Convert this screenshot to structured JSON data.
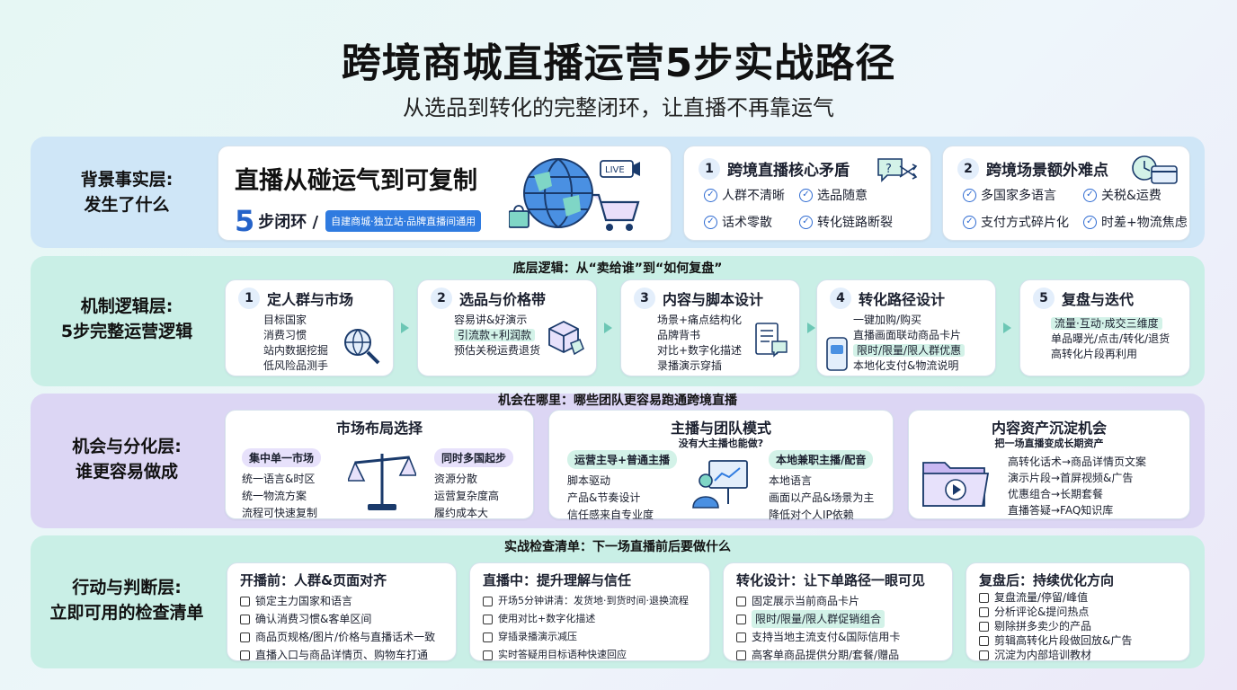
{
  "title": "跨境商城直播运营5步实战路径",
  "subtitle": "从选品到转化的完整闭环，让直播不再靠运气",
  "layers": [
    {
      "line1": "背景事实层:",
      "line2": "发生了什么"
    },
    {
      "line1": "机制逻辑层:",
      "line2": "5步完整运营逻辑"
    },
    {
      "line1": "机会与分化层:",
      "line2": "谁更容易做成"
    },
    {
      "line1": "行动与判断层:",
      "line2": "立即可用的检查清单"
    }
  ],
  "hero": {
    "title": "直播从碰运气到可复制",
    "num": "5",
    "sub": "步闭环 /",
    "tag": "自建商城·独立站·品牌直播间通用",
    "live": "LIVE"
  },
  "contradiction": {
    "num": "1",
    "title": "跨境直播核心矛盾",
    "items": [
      "人群不清晰",
      "选品随意",
      "话术零散",
      "转化链路断裂"
    ]
  },
  "difficulty": {
    "num": "2",
    "title": "跨境场景额外难点",
    "items": [
      "多国家多语言",
      "关税&运费",
      "支付方式碎片化",
      "时差+物流焦虑"
    ]
  },
  "mechanism_caption": "底层逻辑：从“卖给谁”到“如何复盘”",
  "steps": [
    {
      "num": "1",
      "title": "定人群与市场",
      "lines": [
        "目标国家",
        "消费习惯",
        "站内数据挖掘",
        "低风险品测手"
      ]
    },
    {
      "num": "2",
      "title": "选品与价格带",
      "lines": [
        "容易讲&好演示",
        "引流款+利润款",
        "预估关税运费退货"
      ]
    },
    {
      "num": "3",
      "title": "内容与脚本设计",
      "lines": [
        "场景+痛点结构化",
        "品牌背书",
        "对比+数字化描述",
        "录播演示穿插"
      ]
    },
    {
      "num": "4",
      "title": "转化路径设计",
      "lines": [
        "一键加购/购买",
        "直播画面联动商品卡片",
        "限时/限量/限人群优惠",
        "本地化支付&物流说明"
      ]
    },
    {
      "num": "5",
      "title": "复盘与迭代",
      "lines": [
        "流量·互动·成交三维度",
        "单品曝光/点击/转化/退货",
        "高转化片段再利用"
      ]
    }
  ],
  "opportunity_caption": "机会在哪里：哪些团队更容易跑通跨境直播",
  "market": {
    "title": "市场布局选择",
    "left": {
      "pill": "集中单一市场",
      "lines": [
        "统一语言&时区",
        "统一物流方案",
        "流程可快速复制"
      ]
    },
    "right": {
      "pill": "同时多国起步",
      "lines": [
        "资源分散",
        "运营复杂度高",
        "履约成本大"
      ]
    }
  },
  "team": {
    "title": "主播与团队模式",
    "sub": "没有大主播也能做?",
    "left": {
      "pill": "运营主导+普通主播",
      "lines": [
        "脚本驱动",
        "产品&节奏设计",
        "信任感来自专业度"
      ]
    },
    "right": {
      "pill": "本地兼职主播/配音",
      "lines": [
        "本地语言",
        "画面以产品&场景为主",
        "降低对个人IP依赖"
      ]
    }
  },
  "asset": {
    "title": "内容资产沉淀机会",
    "sub": "把一场直播变成长期资产",
    "lines": [
      "高转化话术→商品详情页文案",
      "演示片段→首屏视频&广告",
      "优惠组合→长期套餐",
      "直播答疑→FAQ知识库"
    ]
  },
  "checklist_caption": "实战检查清单：下一场直播前后要做什么",
  "checklists": [
    {
      "title": "开播前：人群&页面对齐",
      "items": [
        "锁定主力国家和语言",
        "确认消费习惯&客单区间",
        "商品页规格/图片/价格与直播话术一致",
        "直播入口与商品详情页、购物车打通"
      ]
    },
    {
      "title": "直播中：提升理解与信任",
      "items": [
        "开场5分钟讲清：发货地·到货时间·退换流程",
        "使用对比+数字化描述",
        "穿插录播演示减压",
        "实时答疑用目标语种快速回应"
      ]
    },
    {
      "title": "转化设计：让下单路径一眼可见",
      "items": [
        "固定展示当前商品卡片",
        "限时/限量/限人群促销组合",
        "支持当地主流支付&国际信用卡",
        "高客单商品提供分期/套餐/赠品"
      ]
    },
    {
      "title": "复盘后：持续优化方向",
      "items": [
        "复盘流量/停留/峰值",
        "分析评论&提问热点",
        "剔除拼多卖少的产品",
        "剪辑高转化片段做回放&广告",
        "沉淀为内部培训教材"
      ]
    }
  ]
}
